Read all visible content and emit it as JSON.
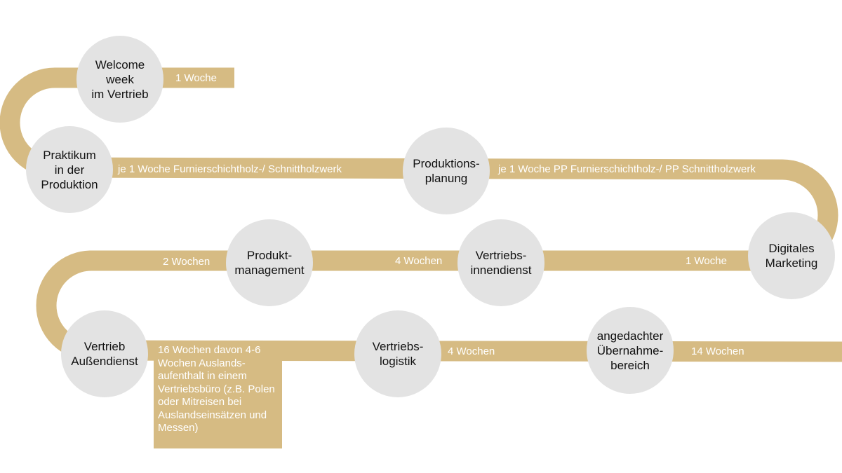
{
  "colors": {
    "path": "#d6bb83",
    "node": "#e3e3e3",
    "node_text": "#111111",
    "label_text": "#ffffff"
  },
  "nodes": [
    {
      "id": "welcome-week",
      "label": "Welcome\nweek\nim Vertrieb"
    },
    {
      "id": "praktikum",
      "label": "Praktikum\nin der\nProduktion"
    },
    {
      "id": "produktionsplanung",
      "label": "Produktions-\nplanung"
    },
    {
      "id": "digitales-marketing",
      "label": "Digitales\nMarketing"
    },
    {
      "id": "vertriebsinnendienst",
      "label": "Vertriebs-\ninnendienst"
    },
    {
      "id": "produktmanagement",
      "label": "Produkt-\nmanagement"
    },
    {
      "id": "vertrieb-aussendienst",
      "label": "Vertrieb\nAußendienst"
    },
    {
      "id": "vertriebslogistik",
      "label": "Vertriebs-\nlogistik"
    },
    {
      "id": "uebernahmebereich",
      "label": "angedachter\nÜbernahme-\nbereich"
    }
  ],
  "durations": [
    {
      "id": "welcome",
      "label": "1 Woche"
    },
    {
      "id": "praktikum",
      "label": "je 1 Woche Furnierschichtholz-/ Schnittholzwerk"
    },
    {
      "id": "produktionsplanung",
      "label": "je 1 Woche PP Furnierschichtholz-/ PP Schnittholzwerk"
    },
    {
      "id": "digitales-marketing",
      "label": "1 Woche"
    },
    {
      "id": "vertriebsinnendienst",
      "label": "4 Wochen"
    },
    {
      "id": "produktmanagement",
      "label": "2 Wochen"
    },
    {
      "id": "vertriebslogistik",
      "label": "4 Wochen"
    },
    {
      "id": "uebernahmebereich",
      "label": "14 Wochen"
    }
  ],
  "aussendienst_note": "16 Wochen davon 4-6 Wochen Auslands-aufenthalt in einem Vertriebsbüro (z.B. Polen oder Mitreisen bei Auslandseinsätzen und Messen)"
}
